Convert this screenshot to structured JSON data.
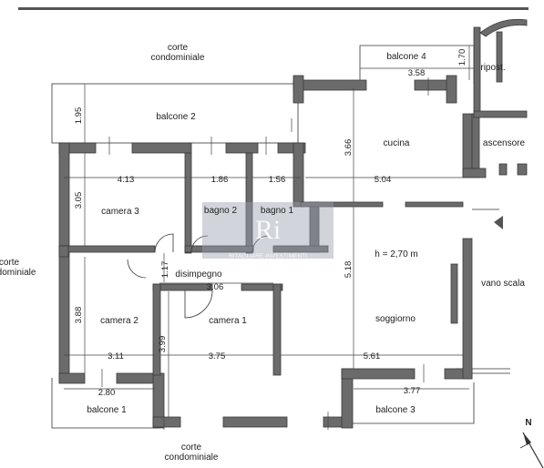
{
  "labels": {
    "corte_top": [
      "corte",
      "condominiale"
    ],
    "corte_left": [
      "corte",
      "condominiale"
    ],
    "corte_bottom": [
      "corte",
      "condominiale"
    ],
    "balcone_2": "balcone 2",
    "balcone_4": "balcone 4",
    "balcone_1": "balcone 1",
    "balcone_3": "balcone 3",
    "ripost": "ripost.",
    "cucina": "cucina",
    "ascensore": "ascensore",
    "camera_3": "camera 3",
    "bagno_2": "bagno 2",
    "bagno_1": "bagno 1",
    "disimpegno": "disimpegno",
    "camera_2": "camera 2",
    "camera_1": "camera 1",
    "soggiorno": "soggiorno",
    "vano_scala": "vano scala",
    "height": "h = 2,70 m",
    "north": "N"
  },
  "dimensions": {
    "d_195": "1.95",
    "d_358": "3.58",
    "d_170": "1.70",
    "d_366": "3.66",
    "d_413": "4.13",
    "d_186": "1.86",
    "d_156": "1.56",
    "d_504": "5.04",
    "d_305": "3.05",
    "d_518": "5.18",
    "d_306": "3.06",
    "d_117": "1.17",
    "d_388": "3.88",
    "d_399": "3.99",
    "d_311": "3.11",
    "d_375": "3.75",
    "d_561": "5.61",
    "d_280": "2.80",
    "d_377": "3.77"
  },
  "watermark": {
    "monogram": "Ri",
    "text": "RITAGLIARE-INVESTIMENTI"
  },
  "colors": {
    "wall": "#6b6b6b",
    "wall_stroke": "#3a3a3a",
    "watermark": "#9aa0ad"
  }
}
